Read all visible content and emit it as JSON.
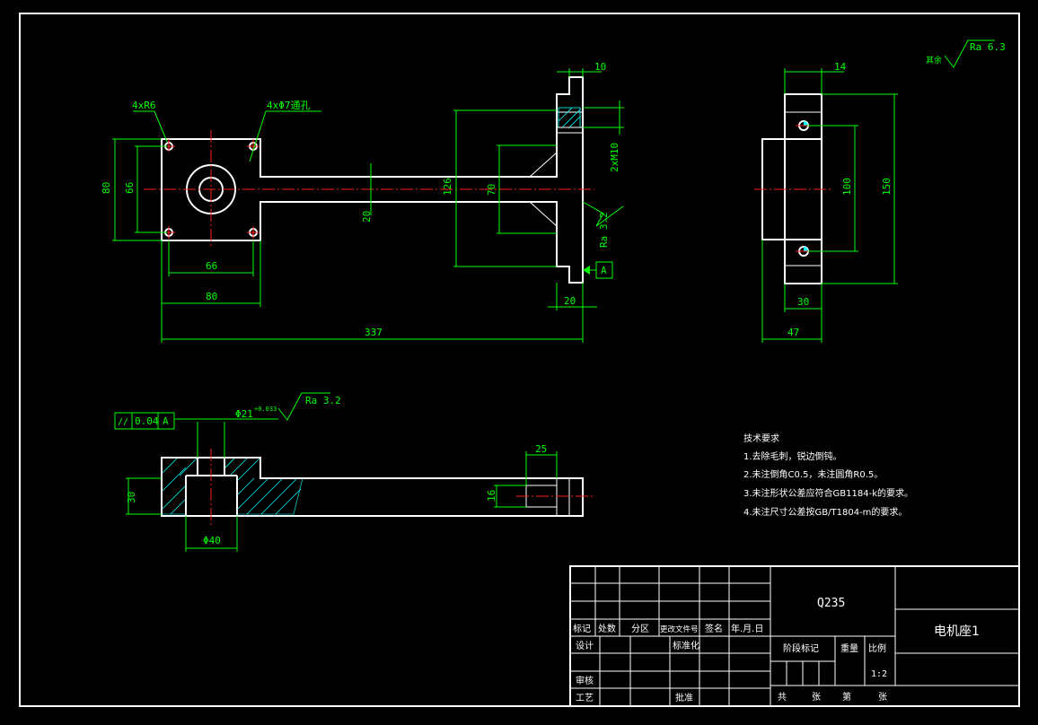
{
  "colors": {
    "background": "#000000",
    "outline": "#ffffff",
    "dimension": "#00ff00",
    "centerline": "#ff2020",
    "hatch": "#00ffff"
  },
  "front_view": {
    "callout_corner": "4xR6",
    "callout_holes": "4xΦ7通孔",
    "dim_80_h": "80",
    "dim_66_h": "66",
    "dim_66_v": "66",
    "dim_80_v": "80",
    "dim_337": "337",
    "dim_20_web": "20",
    "dim_126": "126",
    "dim_70": "70",
    "dim_10": "10",
    "dim_thread": "2xM10",
    "dim_20_bottom": "20",
    "roughness_side": "Ra 3.2",
    "datum_label": "A"
  },
  "side_view": {
    "dim_14": "14",
    "dim_100": "100",
    "dim_150": "150",
    "dim_30": "30",
    "dim_47": "47"
  },
  "roughness_general": {
    "prefix": "其余",
    "value": "Ra 6.3"
  },
  "section_view": {
    "tolerance_value": "0.04",
    "tolerance_datum": "A",
    "bore_dim": "Φ21",
    "bore_tol": "+0.033",
    "roughness": "Ra 3.2",
    "dim_30": "30",
    "dim_40": "Φ40",
    "dim_25": "25",
    "dim_16": "16"
  },
  "tech_requirements": {
    "title": "技术要求",
    "items": [
      "1.去除毛刺，锐边倒钝。",
      "2.未注倒角C0.5，未注圆角R0.5。",
      "3.未注形状公差应符合GB1184-k的要求。",
      "4.未注尺寸公差按GB/T1804-m的要求。"
    ]
  },
  "title_block": {
    "material": "Q235",
    "part_name": "电机座1",
    "row_headers": [
      "标记",
      "处数",
      "分区",
      "更改文件号",
      "签名",
      "年.月.日"
    ],
    "design": "设计",
    "standardization": "标准化",
    "review": "审核",
    "process": "工艺",
    "approve": "批准",
    "stage_mark": "阶段标记",
    "weight": "重量",
    "scale": "比例",
    "scale_value": "1:2",
    "total_sheets": "共",
    "sheet_unit": "张",
    "sheet_no": "第",
    "sheet_unit2": "张"
  }
}
